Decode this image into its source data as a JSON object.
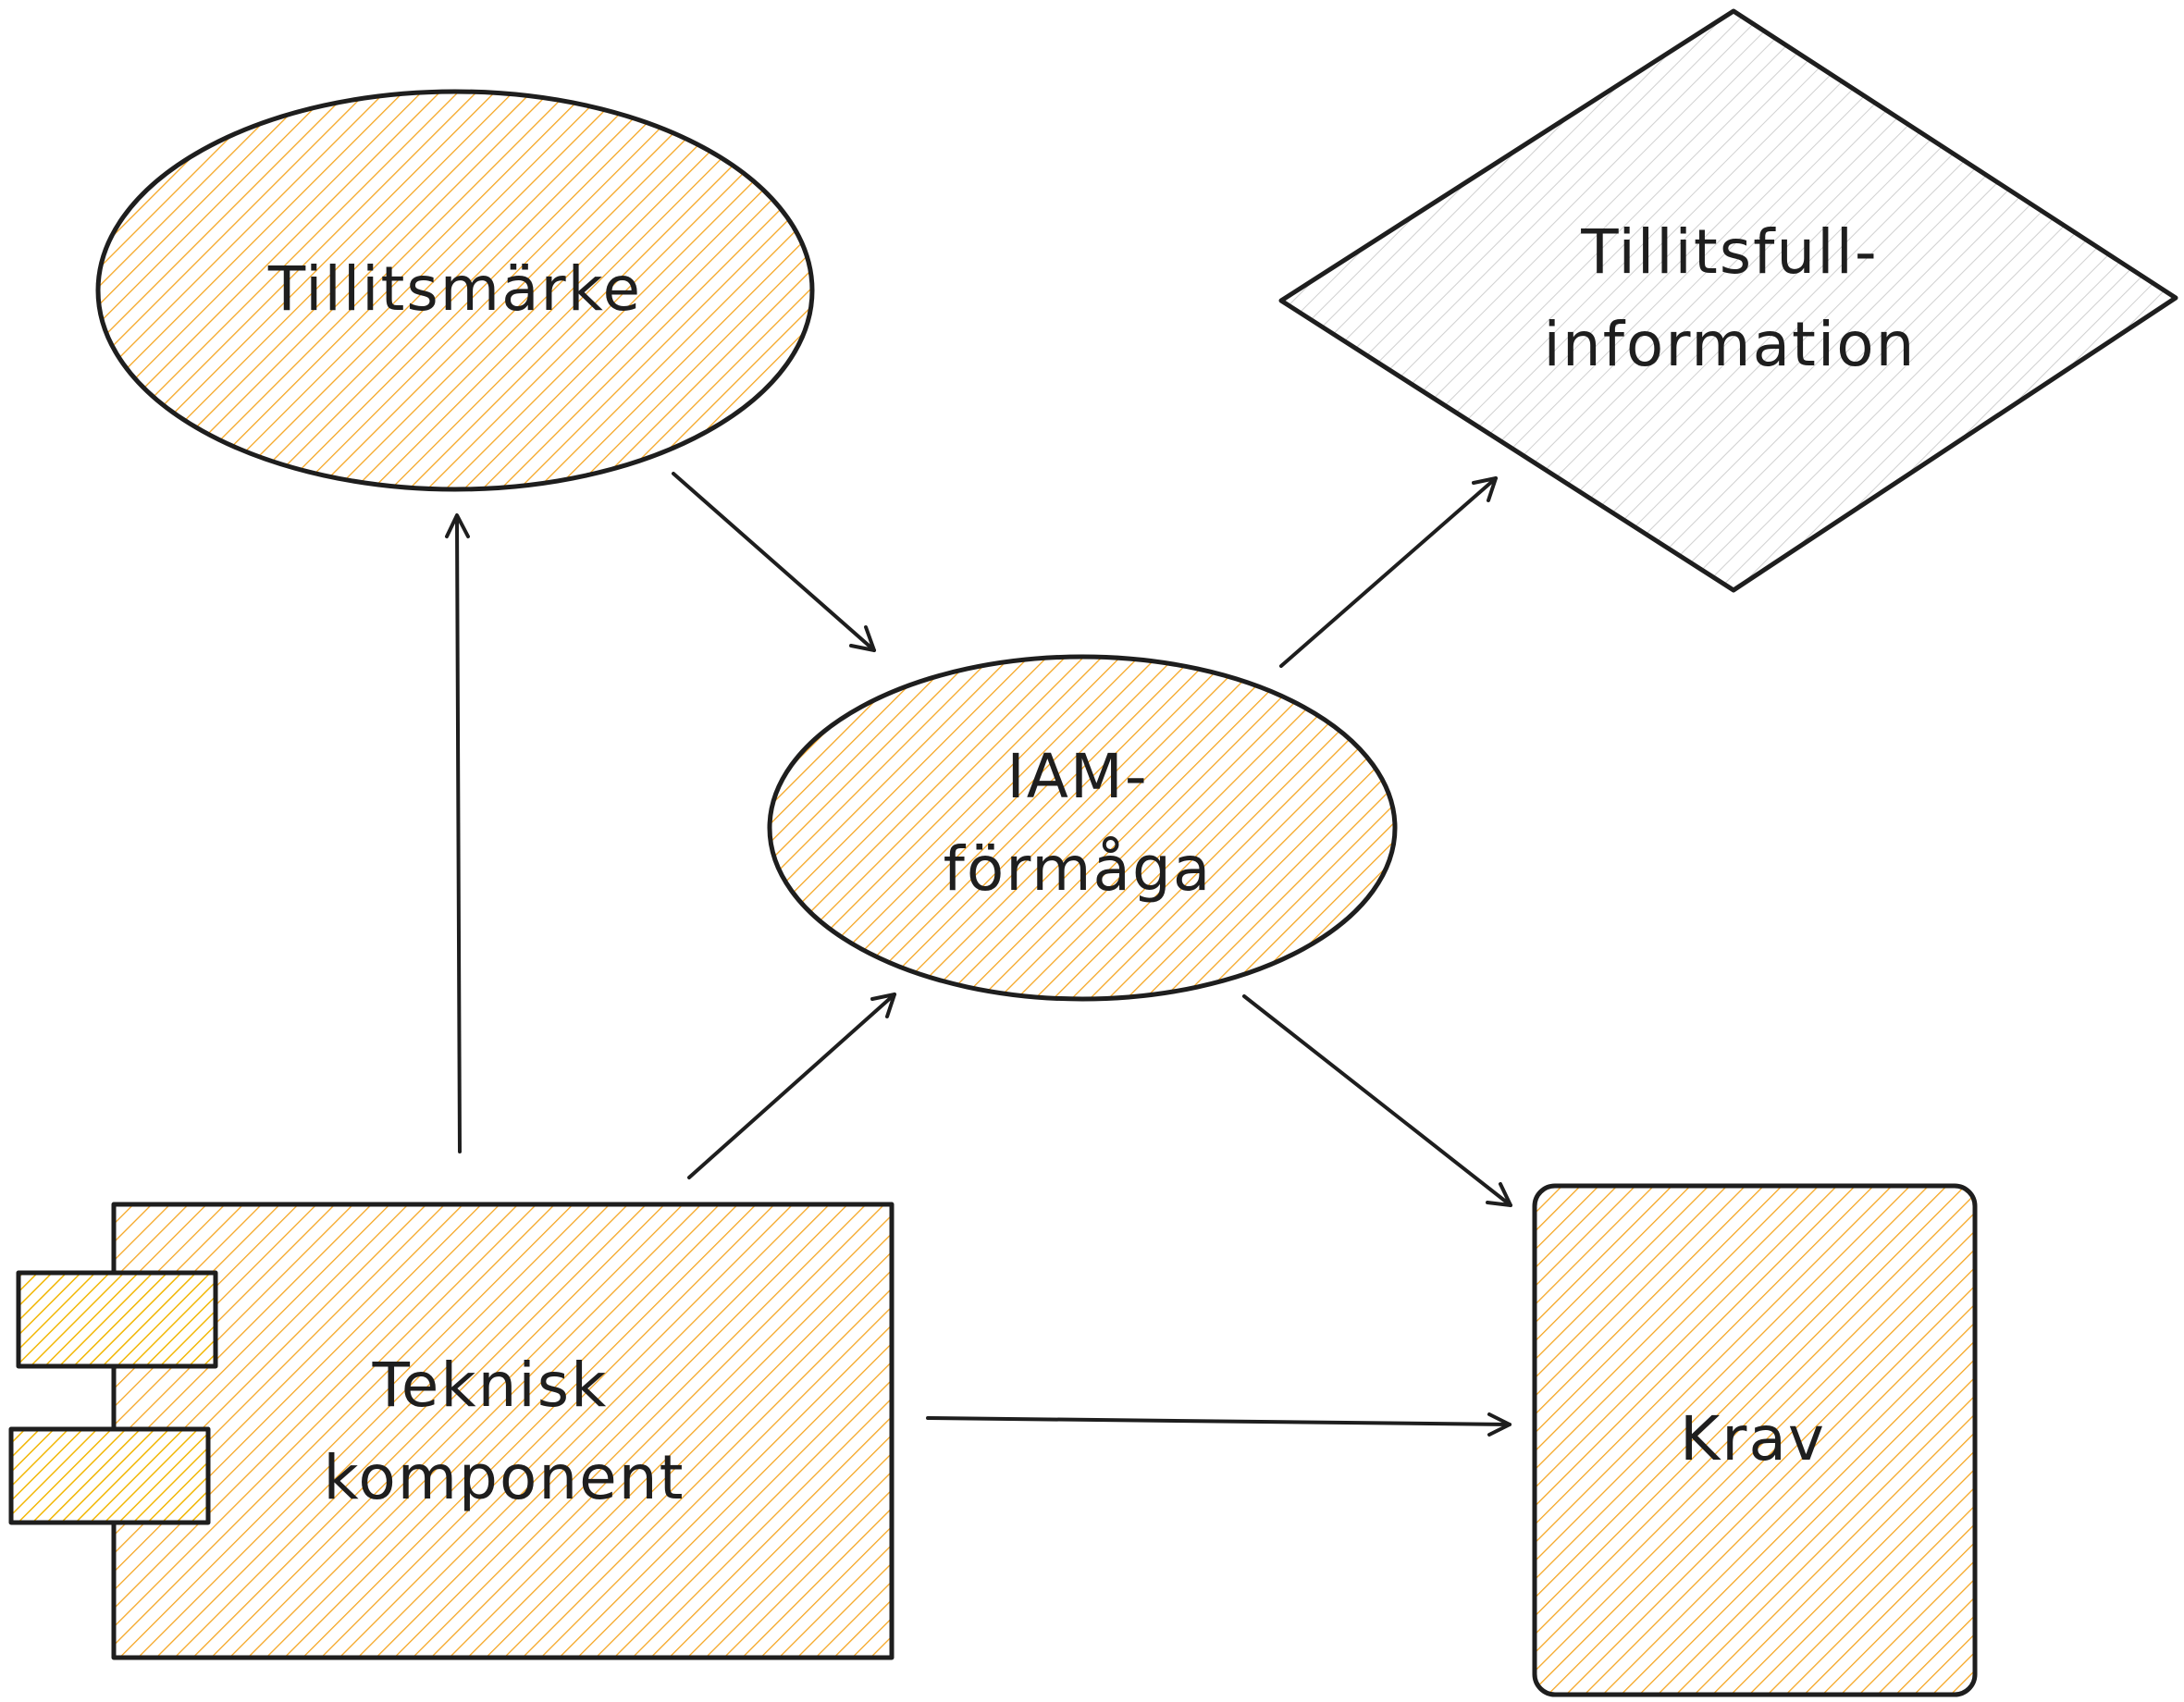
{
  "diagram": {
    "nodes": {
      "tillitsmarke": {
        "lines": [
          "Tillitsmärke"
        ],
        "shape": "ellipse",
        "fill": "orange-hatch"
      },
      "tillitsfull": {
        "lines": [
          "Tillitsfull-",
          "information"
        ],
        "shape": "diamond",
        "fill": "grey-hatch"
      },
      "iam": {
        "lines": [
          "IAM-",
          "förmåga"
        ],
        "shape": "ellipse",
        "fill": "orange-hatch"
      },
      "teknisk": {
        "lines": [
          "Teknisk",
          "komponent"
        ],
        "shape": "component",
        "fill": "orange-hatch"
      },
      "krav": {
        "lines": [
          "Krav"
        ],
        "shape": "rounded-rectangle",
        "fill": "orange-hatch"
      }
    },
    "edges": [
      {
        "from": "teknisk",
        "to": "tillitsmarke"
      },
      {
        "from": "tillitsmarke",
        "to": "iam"
      },
      {
        "from": "teknisk",
        "to": "iam"
      },
      {
        "from": "iam",
        "to": "tillitsfull"
      },
      {
        "from": "iam",
        "to": "krav"
      },
      {
        "from": "teknisk",
        "to": "krav"
      }
    ]
  },
  "colors": {
    "stroke": "#1e1e1e",
    "hatch_orange": "#f5a623",
    "hatch_orange_light": "#fbd49a",
    "hatch_yellow": "#f2b705",
    "hatch_grey": "#bdbdbd",
    "background": "#ffffff"
  }
}
